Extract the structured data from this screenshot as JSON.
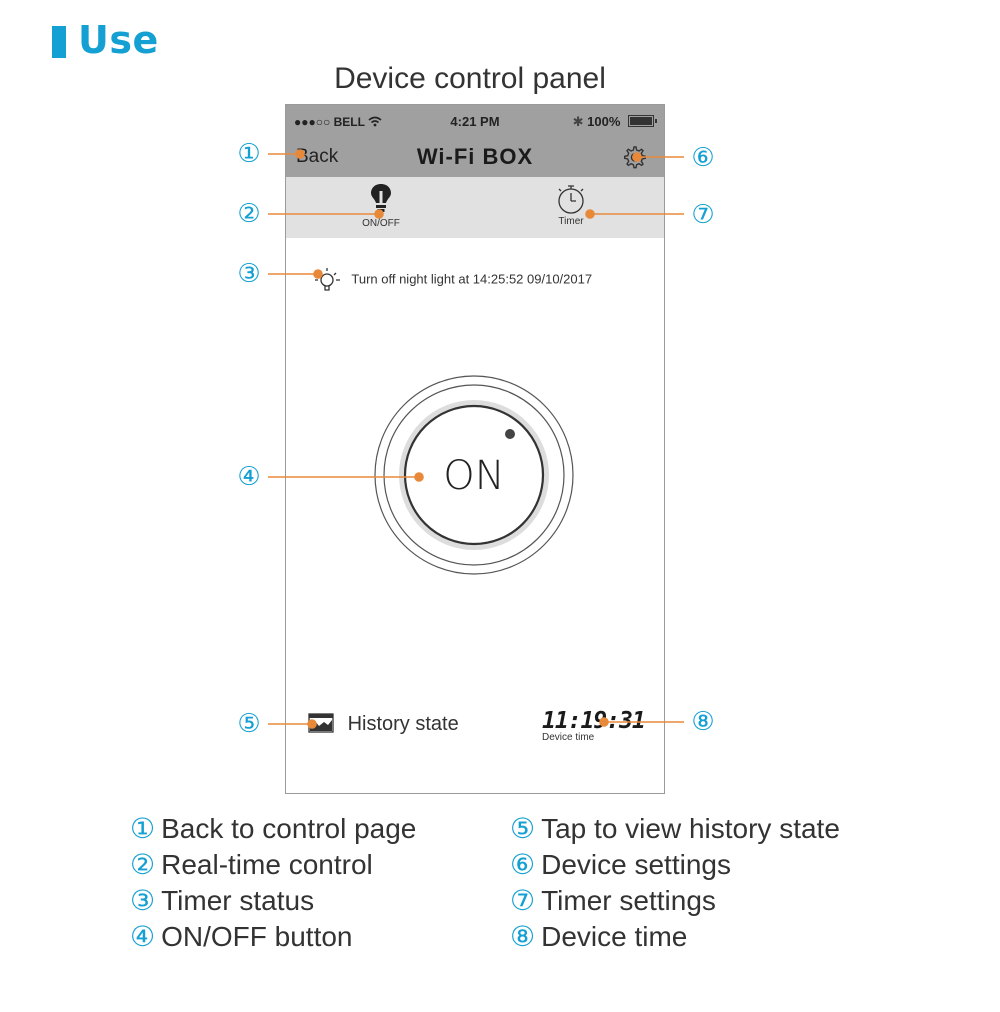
{
  "heading": "Use",
  "panel_title": "Device control panel",
  "status_bar": {
    "carrier": "●●●○○ BELL",
    "time": "4:21 PM",
    "battery": "100%"
  },
  "nav": {
    "back": "Back",
    "title": "Wi-Fi BOX",
    "settings_icon": "gear-icon"
  },
  "toolbar": {
    "onoff_label": "ON/OFF",
    "timer_label": "Timer"
  },
  "timer_status": "Turn off night light at 14:25:52 09/10/2017",
  "power_button": {
    "label": "ON"
  },
  "history": {
    "label": "History state"
  },
  "device_time": {
    "time": "11:19:31",
    "caption": "Device time"
  },
  "callouts": [
    "①",
    "②",
    "③",
    "④",
    "⑤",
    "⑥",
    "⑦",
    "⑧"
  ],
  "legend_left": [
    {
      "num": "①",
      "text": "Back to control page"
    },
    {
      "num": "②",
      "text": "Real-time control"
    },
    {
      "num": "③",
      "text": "Timer status"
    },
    {
      "num": "④",
      "text": "ON/OFF button"
    }
  ],
  "legend_right": [
    {
      "num": "⑤",
      "text": "Tap to view history state"
    },
    {
      "num": "⑥",
      "text": "Device settings"
    },
    {
      "num": "⑦",
      "text": "Timer settings"
    },
    {
      "num": "⑧",
      "text": "Device time"
    }
  ],
  "colors": {
    "accent": "#14a0d2",
    "leader": "#e8893a",
    "bar_gray": "#a0a0a0",
    "toolbar_gray": "#e1e1e1"
  }
}
